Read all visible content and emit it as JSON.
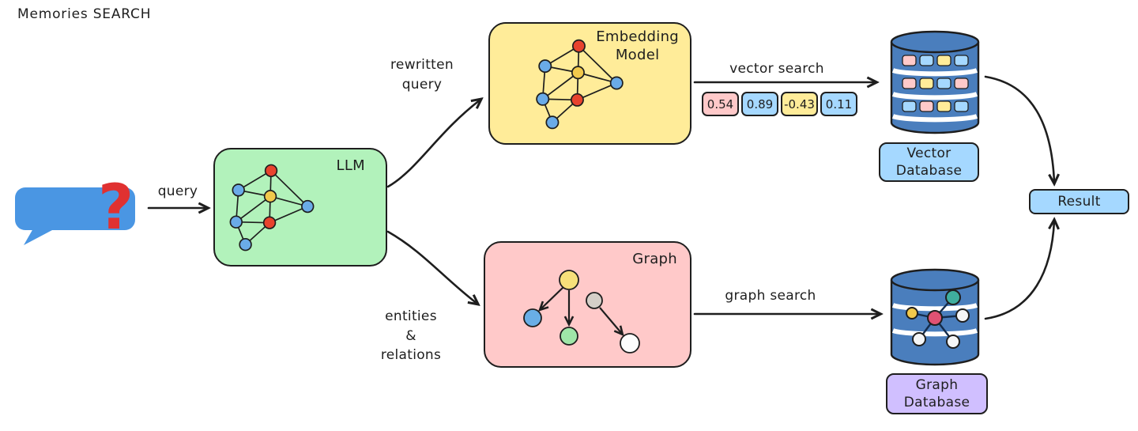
{
  "title": "Memories SEARCH",
  "chat": {
    "question_mark": "?"
  },
  "edges": {
    "query": "query",
    "rewritten_query": [
      "rewritten",
      "query"
    ],
    "entities_relations": [
      "entities",
      "&",
      "relations"
    ],
    "vector_search": "vector search",
    "graph_search": "graph search"
  },
  "boxes": {
    "llm": "LLM",
    "embedding_model": [
      "Embedding",
      "Model"
    ],
    "graph": "Graph",
    "vector_database": [
      "Vector",
      "Database"
    ],
    "graph_database": [
      "Graph",
      "Database"
    ],
    "result": "Result"
  },
  "vector_values": [
    "0.54",
    "0.89",
    "-0.43",
    "0.11"
  ],
  "colors": {
    "llm_fill": "#b2f2bb",
    "embedding_fill": "#ffec99",
    "graph_fill": "#ffc9c9",
    "result_fill": "#a5d8ff",
    "vector_db_label_fill": "#a5d8ff",
    "graph_db_label_fill": "#d0bfff",
    "chat_bubble_fill": "#4a96e3",
    "question_mark_color": "#e03131",
    "database_cylinder_fill": "#4a7ebd",
    "stroke": "#1e1e1e",
    "vector_cell_fills": [
      "#ffc9c9",
      "#a5d8ff",
      "#ffec99",
      "#a5d8ff"
    ]
  }
}
